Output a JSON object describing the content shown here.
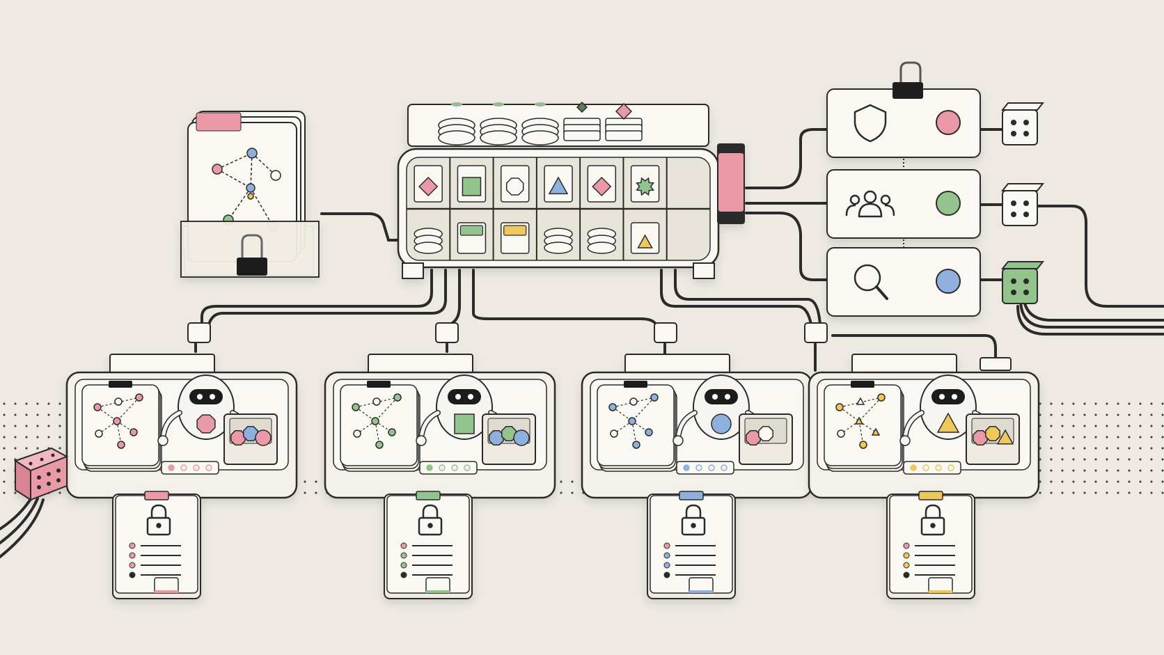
{
  "palette": {
    "background": "#eeeae3",
    "surface": "#faf8f3",
    "outline": "#2b2b2b",
    "pink": "#ea9aa6",
    "green": "#94c48e",
    "blue": "#8fb0dc",
    "yellow": "#eec85a"
  },
  "graph_card": {
    "tab_color": "pink",
    "clip": "binder-clip"
  },
  "tool_cabinet": {
    "top_tokens": [
      "stack-circle",
      "stack-circle",
      "stack-circle",
      "stack-diamond",
      "stack-pink-diamond"
    ],
    "upper_shelf": [
      "pink-diamond",
      "green-square",
      "plain-octagon",
      "blue-triangle",
      "pink-diamond",
      "green-star"
    ],
    "lower_shelf": [
      "plain-stack",
      "green-square",
      "yellow-square",
      "plain-stack",
      "plain-stack",
      "yellow-triangle"
    ],
    "side_plug_color": "pink"
  },
  "gates": [
    {
      "icon": "shield-icon",
      "color": "pink",
      "cube_color": "plain"
    },
    {
      "icon": "people-icon",
      "color": "green",
      "cube_color": "plain"
    },
    {
      "icon": "magnifier-icon",
      "color": "blue",
      "cube_color": "green"
    }
  ],
  "agents": [
    {
      "color": "pink",
      "badge": "octagon",
      "tray_tokens": [
        "pink-octagon",
        "blue-octagon",
        "pink-chip"
      ]
    },
    {
      "color": "green",
      "badge": "square",
      "tray_tokens": [
        "blue-octagon",
        "green-octagon",
        "blue-chip"
      ]
    },
    {
      "color": "blue",
      "badge": "circle",
      "tray_tokens": [
        "pink-octagon",
        "plain-octagon"
      ]
    },
    {
      "color": "yellow",
      "badge": "triangle",
      "tray_tokens": [
        "pink-octagon",
        "yellow-octagon",
        "yellow-triangle"
      ]
    }
  ],
  "clipboards": [
    {
      "color": "pink",
      "lock": "lock-icon",
      "lines": 4
    },
    {
      "color": "green",
      "lock": "lock-icon",
      "lines": 4
    },
    {
      "color": "blue",
      "lock": "lock-icon",
      "lines": 4
    },
    {
      "color": "yellow",
      "lock": "lock-icon",
      "lines": 4
    }
  ],
  "input_cube_color": "pink"
}
